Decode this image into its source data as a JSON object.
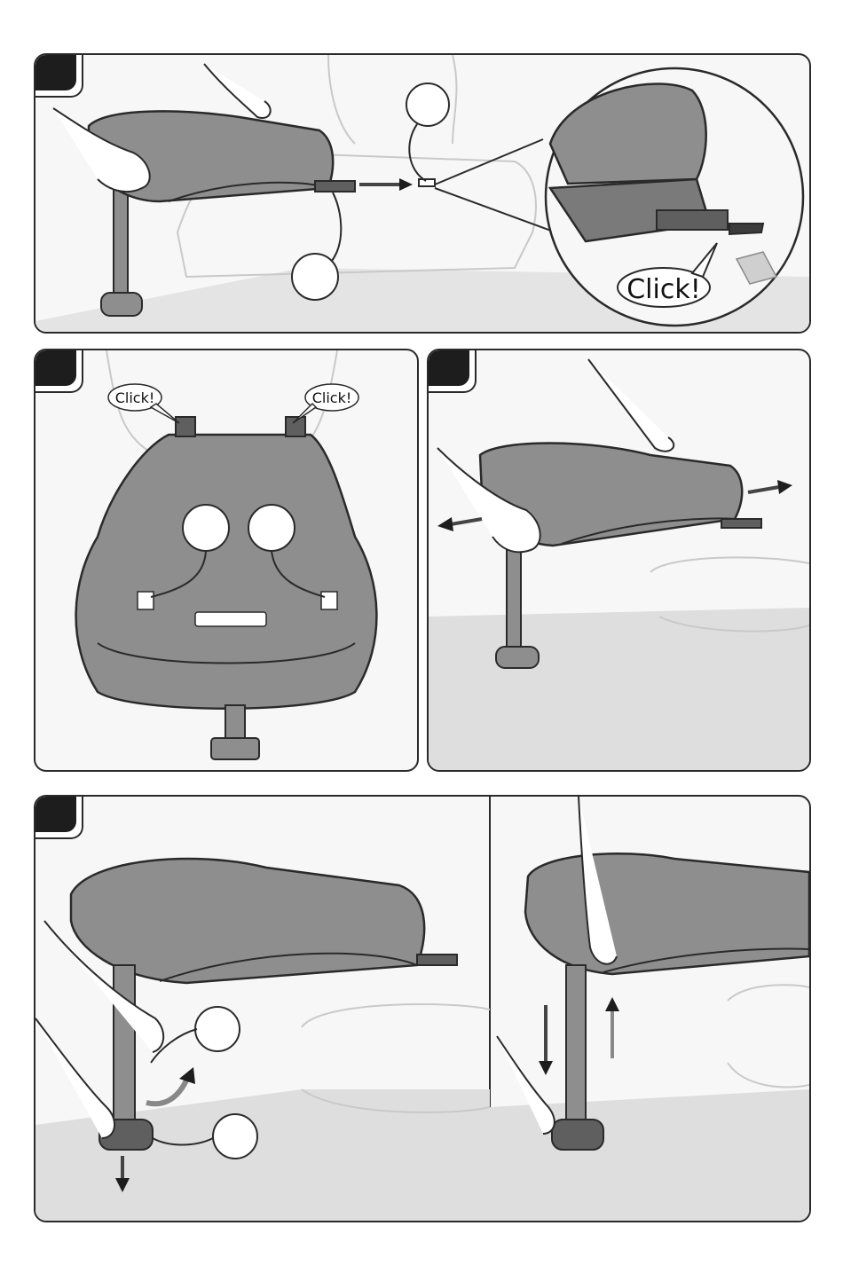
{
  "labels": {
    "click_main": "Click!",
    "click_left": "Click!",
    "click_right": "Click!"
  },
  "colors": {
    "background": "#ffffff",
    "panel_fill": "#f7f7f7",
    "outline": "#2a2a2a",
    "base_body": "#8e8e8e",
    "base_dark": "#5f5f5f",
    "car_seat_line": "#c9c9c9",
    "floor": "#dedede",
    "step_tab": "#1d1d1d"
  },
  "icons": [
    "arrow-right-icon",
    "arrow-left-icon",
    "arrow-down-icon",
    "arrow-up-icon",
    "curved-arrow-icon",
    "callout-circle-icon",
    "hand-icon"
  ]
}
